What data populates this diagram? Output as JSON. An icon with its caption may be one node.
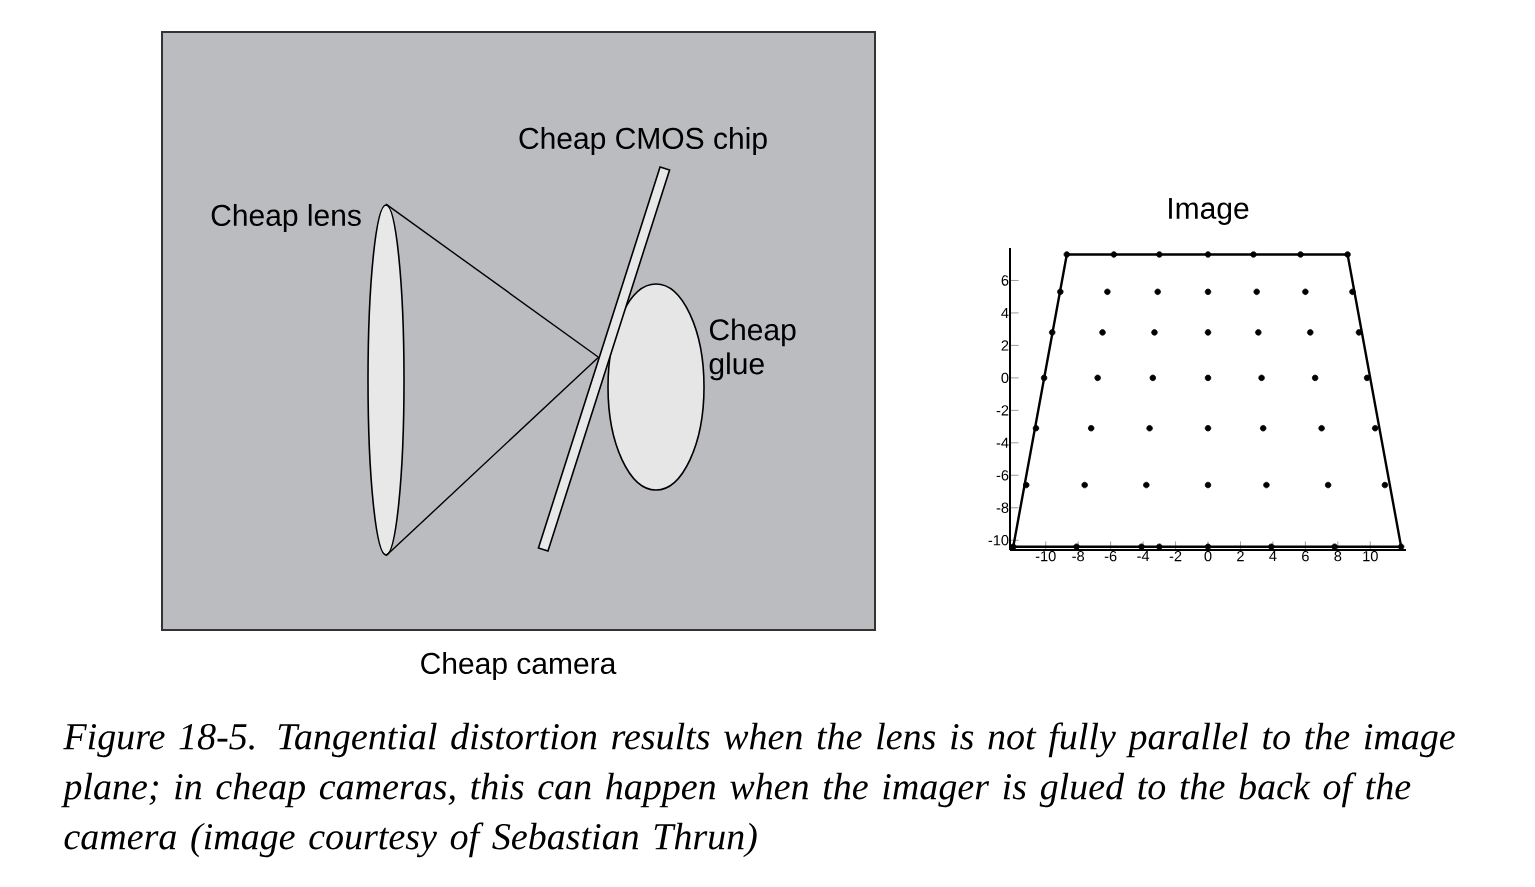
{
  "diagram": {
    "caption": "Figure 18-5. Tangential distortion results when the lens is not fully parallel to the image plane; in cheap cameras, this can happen when the imager is glued to the back of the camera (image courtesy of Sebastian Thrun)",
    "nodes": [
      {
        "text": [
          "Cheap camera"
        ]
      },
      {
        "text": [
          "Cheap lens"
        ],
        "in": 0
      },
      {
        "text": [
          "Cheap CMOS chip"
        ],
        "in": 0
      },
      {
        "text": [
          "Cheap glue"
        ],
        "in": 0
      }
    ],
    "edges": [
      {
        "from": 1,
        "to": 2,
        "arrow": "none"
      },
      {
        "from": 1,
        "to": 2,
        "arrow": "none"
      }
    ],
    "chart_data": {
      "type": "scatter",
      "title": "Image",
      "xlim": [
        -12.2,
        12.2
      ],
      "ylim": [
        -10.6,
        8
      ],
      "xticks": [
        -10,
        -8,
        -6,
        -4,
        -2,
        0,
        2,
        4,
        6,
        8,
        10
      ],
      "yticks": [
        -10,
        -8,
        -6,
        -4,
        -2,
        0,
        2,
        4,
        6
      ],
      "x": [
        -8.7,
        -5.8,
        -3.0,
        0,
        2.8,
        5.7,
        8.6,
        -9.1,
        -6.2,
        -3.1,
        0,
        3.0,
        6.0,
        8.9,
        -9.6,
        -6.5,
        -3.3,
        0,
        3.1,
        6.3,
        9.3,
        -10.1,
        -6.8,
        -3.4,
        0,
        3.3,
        6.6,
        9.8,
        -10.6,
        -7.2,
        -3.6,
        0,
        3.4,
        7.0,
        10.3,
        -11.2,
        -7.6,
        -3.8,
        0,
        3.6,
        7.4,
        10.9,
        -12.0,
        -8.1,
        -4.1,
        -3.0,
        0,
        3.9,
        7.8,
        11.9
      ],
      "values": [
        7.6,
        7.6,
        7.6,
        7.6,
        7.6,
        7.6,
        7.6,
        5.3,
        5.3,
        5.3,
        5.3,
        5.3,
        5.3,
        5.3,
        2.8,
        2.8,
        2.8,
        2.8,
        2.8,
        2.8,
        2.8,
        0,
        0,
        0,
        0,
        0,
        0,
        0,
        -3.1,
        -3.1,
        -3.1,
        -3.1,
        -3.1,
        -3.1,
        -3.1,
        -6.6,
        -6.6,
        -6.6,
        -6.6,
        -6.6,
        -6.6,
        -6.6,
        -10.4,
        -10.4,
        -10.4,
        -10.4,
        -10.4,
        -10.4,
        -10.4,
        -10.4
      ]
    }
  }
}
